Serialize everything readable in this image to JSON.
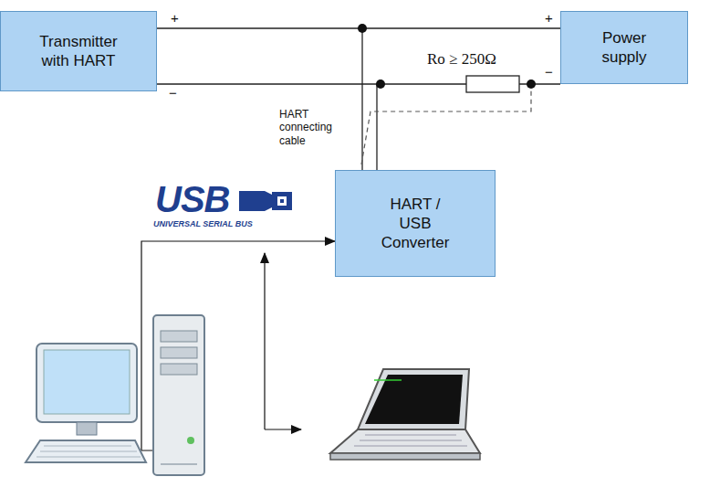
{
  "diagram": {
    "nodes": [
      {
        "text": [
          "Transmitter with HART"
        ]
      },
      {
        "text": [
          "Power supply"
        ]
      },
      {
        "text": [
          "HART / USB Converter"
        ]
      }
    ],
    "edges": [
      {
        "from": 0,
        "to": 1,
        "arrow": "none"
      },
      {
        "from": 0,
        "to": 1,
        "arrow": "none"
      }
    ],
    "labels": [
      "+",
      "−",
      "+",
      "−",
      "Ro ≥ 250Ω",
      "HART connecting cable",
      "USB",
      "UNIVERSAL SERIAL BUS"
    ]
  }
}
